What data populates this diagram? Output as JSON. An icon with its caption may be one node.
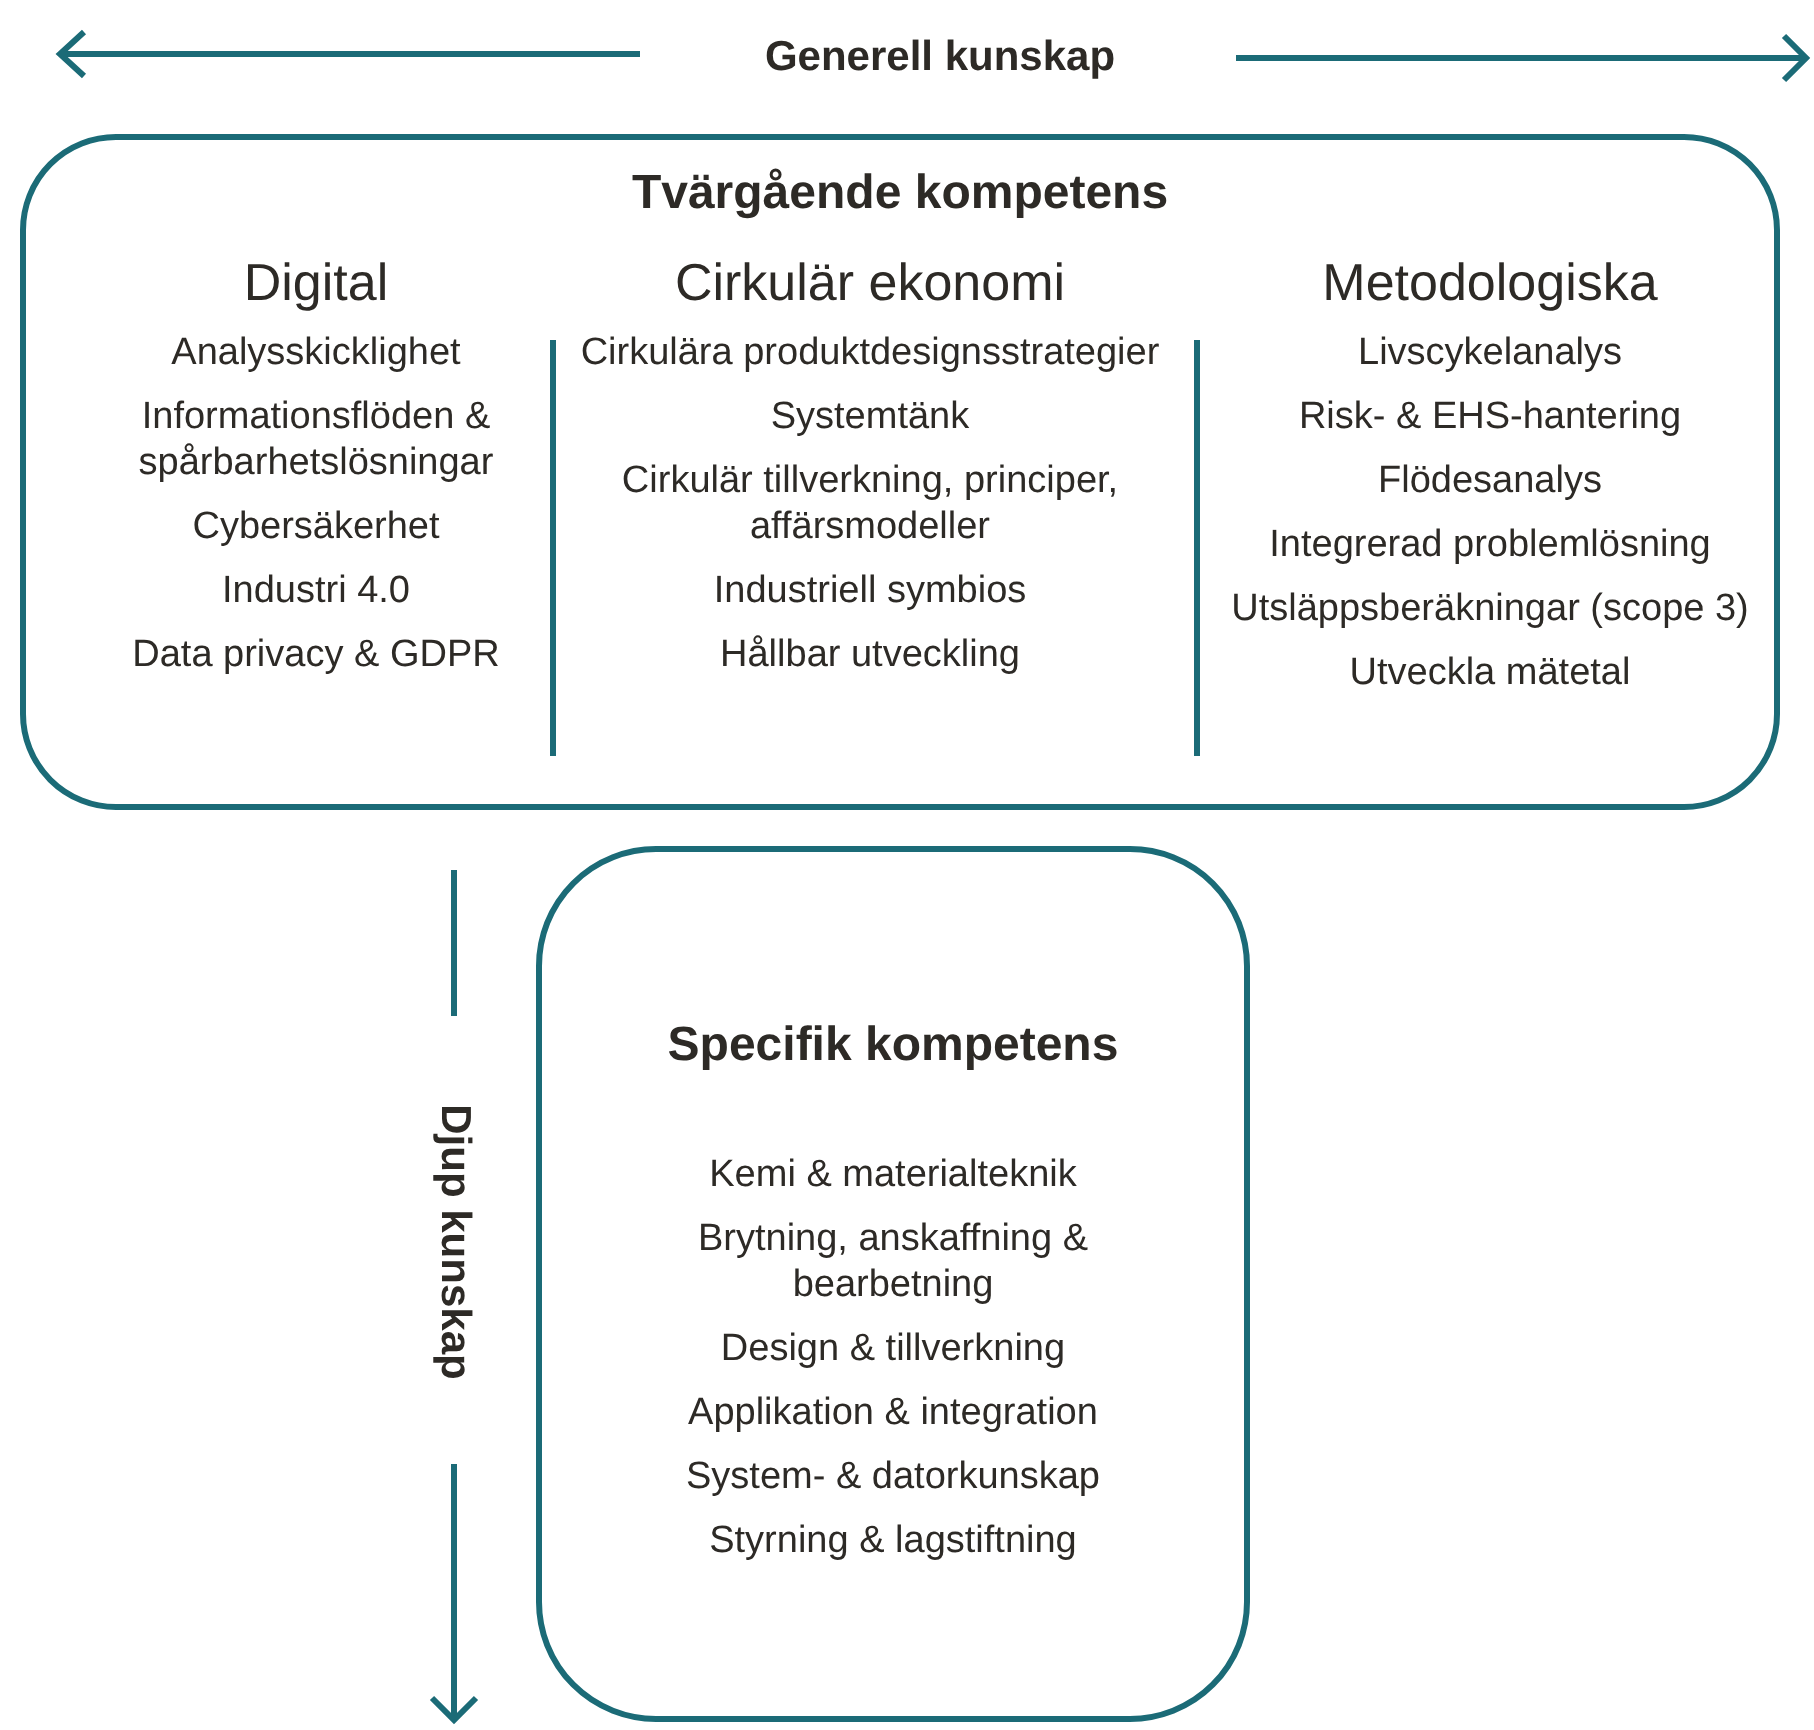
{
  "diagram": {
    "nodes": [
      {
        "text": [
          "Tvärgående kompetens"
        ]
      },
      {
        "text": [
          "Digital",
          "Analysskicklighet",
          "Informationsflöden & spårbarhetslösningar",
          "Cybersäkerhet",
          "Industri 4.0",
          "Data privacy & GDPR"
        ],
        "in": 0
      },
      {
        "text": [
          "Cirkulär ekonomi",
          "Cirkulära produktdesignsstrategier",
          "Systemtänk",
          "Cirkulär tillverkning, principer, affärsmodeller",
          "Industriell symbios",
          "Hållbar utveckling"
        ],
        "in": 0
      },
      {
        "text": [
          "Metodologiska",
          "Livscykelanalys",
          "Risk- & EHS-hantering",
          "Flödesanalys",
          "Integrerad problemlösning",
          "Utsläppsberäkningar (scope 3)",
          "Utveckla mätetal"
        ],
        "in": 0
      },
      {
        "text": [
          "Specifik kompetens",
          "Kemi & materialteknik",
          "Brytning, anskaffning & bearbetning",
          "Design & tillverkning",
          "Applikation & integration",
          "System- & datorkunskap",
          "Styrning & lagstiftning"
        ]
      }
    ],
    "labels": [
      "Generell kunskap",
      "Djup kunskap"
    ]
  }
}
